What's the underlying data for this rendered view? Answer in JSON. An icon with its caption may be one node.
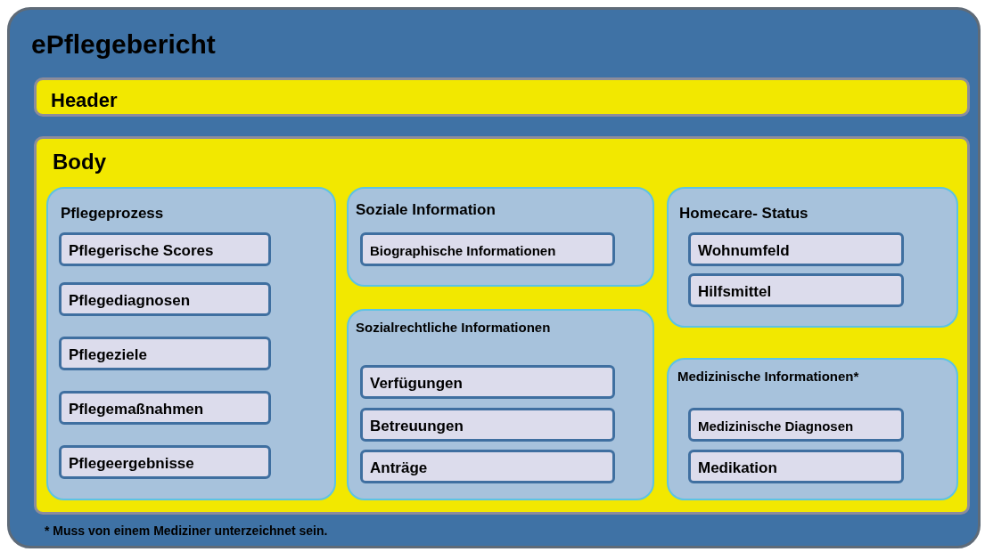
{
  "diagram": {
    "nodes": [
      {
        "text": [
          "ePflegebericht"
        ]
      },
      {
        "text": [
          "Header"
        ],
        "in": 0
      },
      {
        "text": [
          "Body"
        ],
        "in": 0
      },
      {
        "text": [
          "Pflegeprozess"
        ],
        "in": 2
      },
      {
        "text": [
          "Pflegerische Scores"
        ],
        "in": 3
      },
      {
        "text": [
          "Pflegediagnosen"
        ],
        "in": 3
      },
      {
        "text": [
          "Pflegeziele"
        ],
        "in": 3
      },
      {
        "text": [
          "Pflegemaßnahmen"
        ],
        "in": 3
      },
      {
        "text": [
          "Pflegeergebnisse"
        ],
        "in": 3
      },
      {
        "text": [
          "Soziale Information"
        ],
        "in": 2
      },
      {
        "text": [
          "Biographische Informationen"
        ],
        "in": 9
      },
      {
        "text": [
          "Sozialrechtliche Informationen"
        ],
        "in": 2
      },
      {
        "text": [
          "Verfügungen"
        ],
        "in": 11
      },
      {
        "text": [
          "Betreuungen"
        ],
        "in": 11
      },
      {
        "text": [
          "Anträge"
        ],
        "in": 11
      },
      {
        "text": [
          "Homecare- Status"
        ],
        "in": 2
      },
      {
        "text": [
          "Wohnumfeld"
        ],
        "in": 15
      },
      {
        "text": [
          "Hilfsmittel"
        ],
        "in": 15
      },
      {
        "text": [
          "Medizinische Informationen*"
        ],
        "in": 2
      },
      {
        "text": [
          "Medizinische Diagnosen"
        ],
        "in": 18
      },
      {
        "text": [
          "Medikation"
        ],
        "in": 18
      }
    ],
    "labels": [
      "* Muss von einem Mediziner unterzeichnet sein."
    ]
  }
}
